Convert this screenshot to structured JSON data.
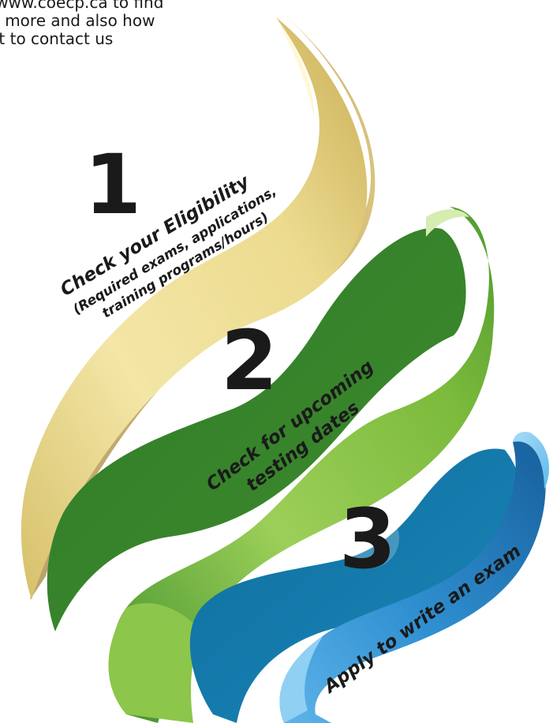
{
  "intro": {
    "line1": "t www.coecp.ca to find",
    "line2": "t more and also how",
    "line3": "st to contact us"
  },
  "steps": [
    {
      "number": "1",
      "title": "Check your Eligibility",
      "detail_line1": "(Required exams, applications,",
      "detail_line2": "training programs/hours)"
    },
    {
      "number": "2",
      "title_line1": "Check for upcoming",
      "title_line2": "testing dates"
    },
    {
      "number": "3",
      "title": "Apply to write an exam"
    }
  ],
  "colors": {
    "ribbon1": "#e9d98c",
    "ribbon2": "#6fae3a",
    "ribbon3": "#1f7fb8",
    "number": "#1a1a1a",
    "label": "#1a1a1a"
  }
}
